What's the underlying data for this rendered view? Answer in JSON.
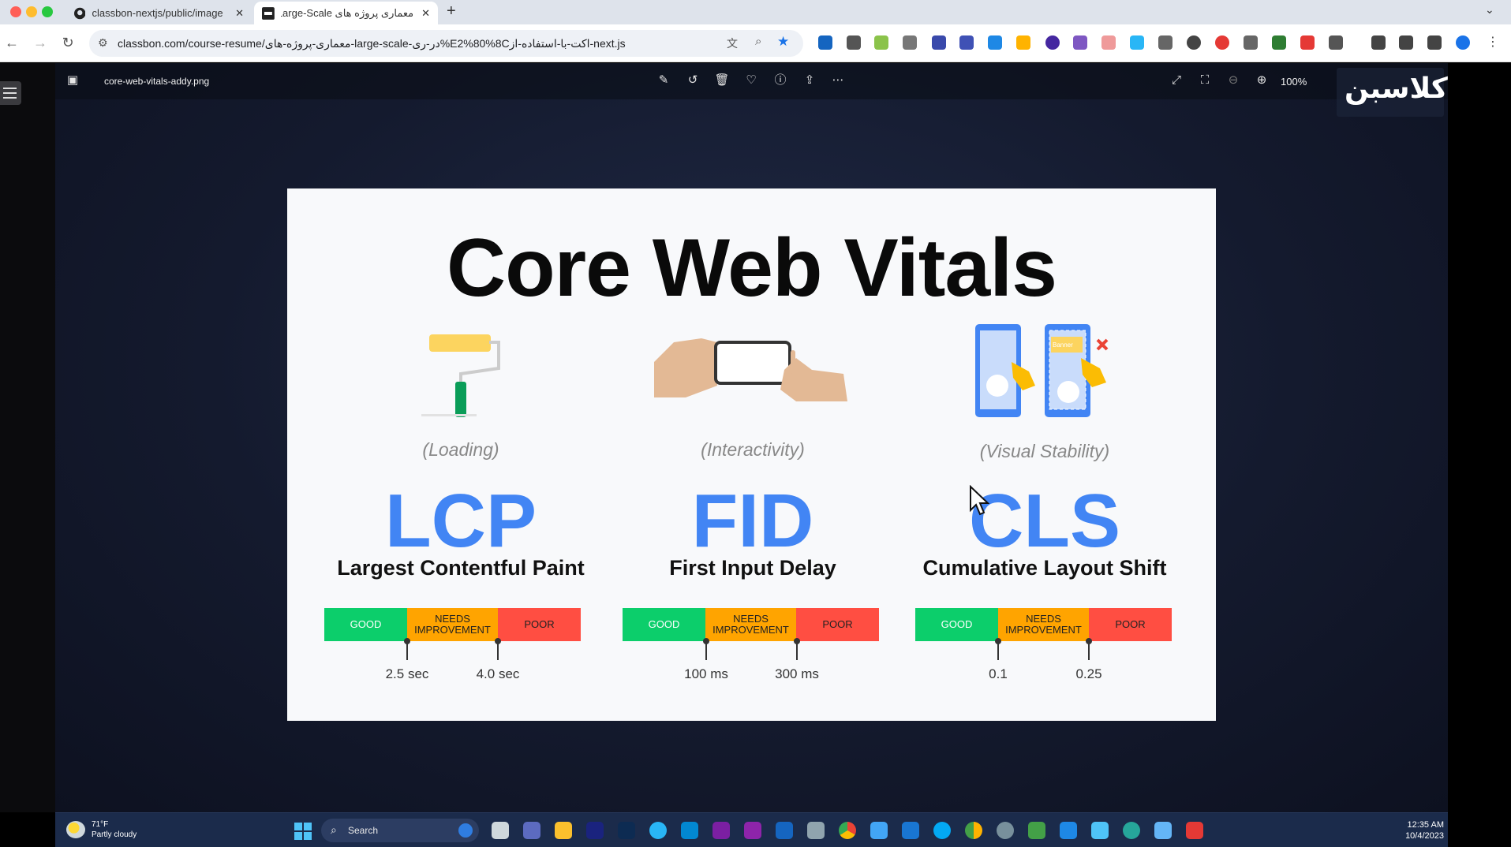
{
  "browser": {
    "tabs": [
      {
        "title": "classbon-nextjs/public/image"
      },
      {
        "title": "معماری پروژه های Large-Scale"
      }
    ],
    "url": "classbon.com/course-resume/معماری-پروژه-های-large-scale-در-ری%E2%80%8Cاکت-با-استفاده-از-next.js"
  },
  "viewer": {
    "filename": "core-web-vitals-addy.png",
    "zoom": "100%",
    "logo": "کلاسبن"
  },
  "slide": {
    "title": "Core Web Vitals",
    "metrics": [
      {
        "category": "(Loading)",
        "abbr": "LCP",
        "name": "Largest Contentful Paint",
        "t1": "2.5 sec",
        "t2": "4.0 sec"
      },
      {
        "category": "(Interactivity)",
        "abbr": "FID",
        "name": "First Input Delay",
        "t1": "100 ms",
        "t2": "300 ms"
      },
      {
        "category": "(Visual Stability)",
        "abbr": "CLS",
        "name": "Cumulative Layout Shift",
        "t1": "0.1",
        "t2": "0.25"
      }
    ],
    "scale": {
      "good": "GOOD",
      "needs": "NEEDS IMPROVEMENT",
      "poor": "POOR"
    },
    "banner_label": "Banner"
  },
  "taskbar": {
    "temp": "71°F",
    "weather": "Partly cloudy",
    "search": "Search",
    "time": "12:35 AM",
    "date": "10/4/2023"
  },
  "colors": {
    "good": "#0cce6b",
    "needs": "#ffa400",
    "poor": "#ff4e42",
    "accent": "#4285f4"
  }
}
